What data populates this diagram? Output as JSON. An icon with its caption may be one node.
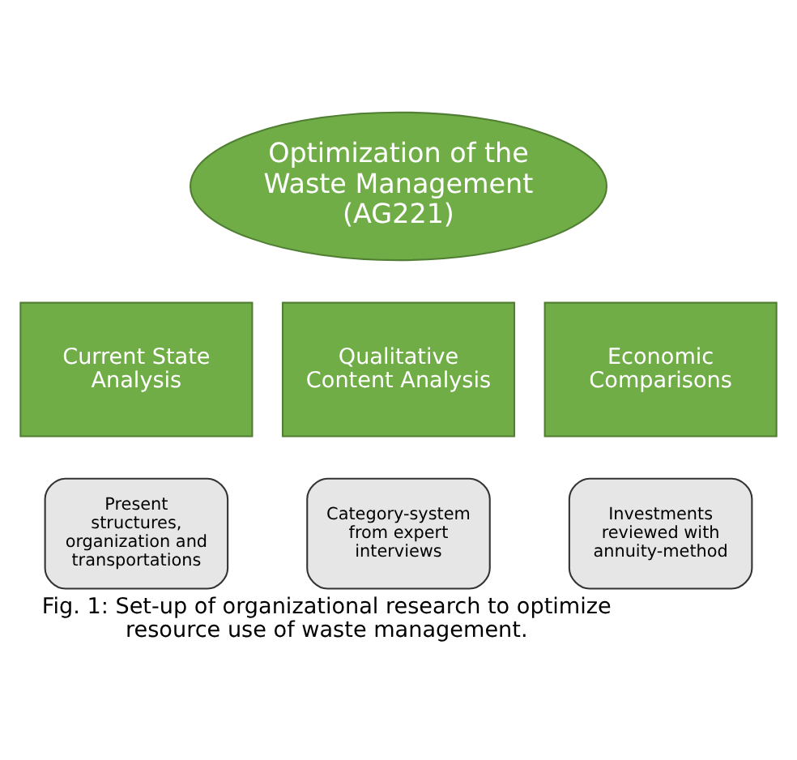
{
  "diagram": {
    "caption": "Fig. 1: Set-up of organizational research to optimize resource use of waste management.",
    "nodes": [
      {
        "text": [
          "Optimization of the Waste Management (AG221)"
        ]
      },
      {
        "text": [
          "Current State Analysis"
        ]
      },
      {
        "text": [
          "Qualitative Content Analysis"
        ]
      },
      {
        "text": [
          "Economic Comparisons"
        ]
      },
      {
        "text": [
          "Present structures, organization and transportations"
        ]
      },
      {
        "text": [
          "Category-system from expert interviews"
        ]
      },
      {
        "text": [
          "Investments reviewed with annuity-method"
        ]
      }
    ],
    "edges": []
  }
}
